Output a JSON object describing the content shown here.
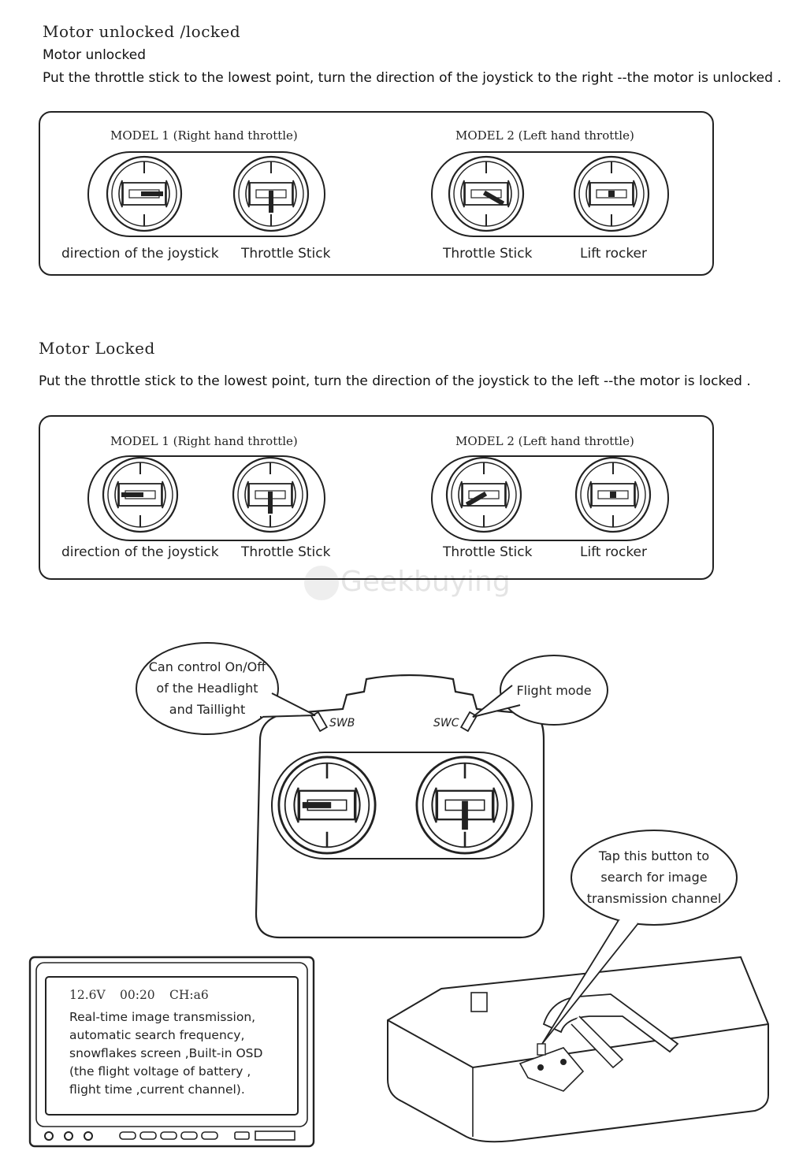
{
  "section_unlock": {
    "title": "Motor unlocked /locked",
    "subtitle": "Motor unlocked",
    "instruction": "Put the throttle stick to the lowest point, turn the direction of the joystick to the right --the motor is unlocked ."
  },
  "section_lock": {
    "title": "Motor Locked",
    "instruction": "Put the throttle stick to the lowest point, turn the direction of the joystick to the left --the motor is locked ."
  },
  "models": {
    "model1_title": "MODEL 1 (Right hand throttle)",
    "model2_title": "MODEL 2 (Left hand throttle)"
  },
  "labels": {
    "direction": "direction of the joystick",
    "throttle": "Throttle Stick",
    "lift": "Lift rocker"
  },
  "controller": {
    "callout_left": [
      "Can control On/Off",
      "of the Headlight",
      "and Taillight"
    ],
    "callout_right": "Flight mode",
    "switch_left": "SWB",
    "switch_right": "SWC"
  },
  "receiver": {
    "callout": [
      "Tap this button to",
      "search for image",
      "transmission channel"
    ]
  },
  "monitor": {
    "osd_voltage": "12.6V",
    "osd_time": "00:20",
    "osd_channel": "CH:a6",
    "description": [
      "Real-time image transmission,",
      "automatic search frequency,",
      "snowflakes screen ,Built-in OSD",
      "(the flight voltage of battery ,",
      "flight time ,current channel)."
    ]
  },
  "watermark": "Geekbuying"
}
